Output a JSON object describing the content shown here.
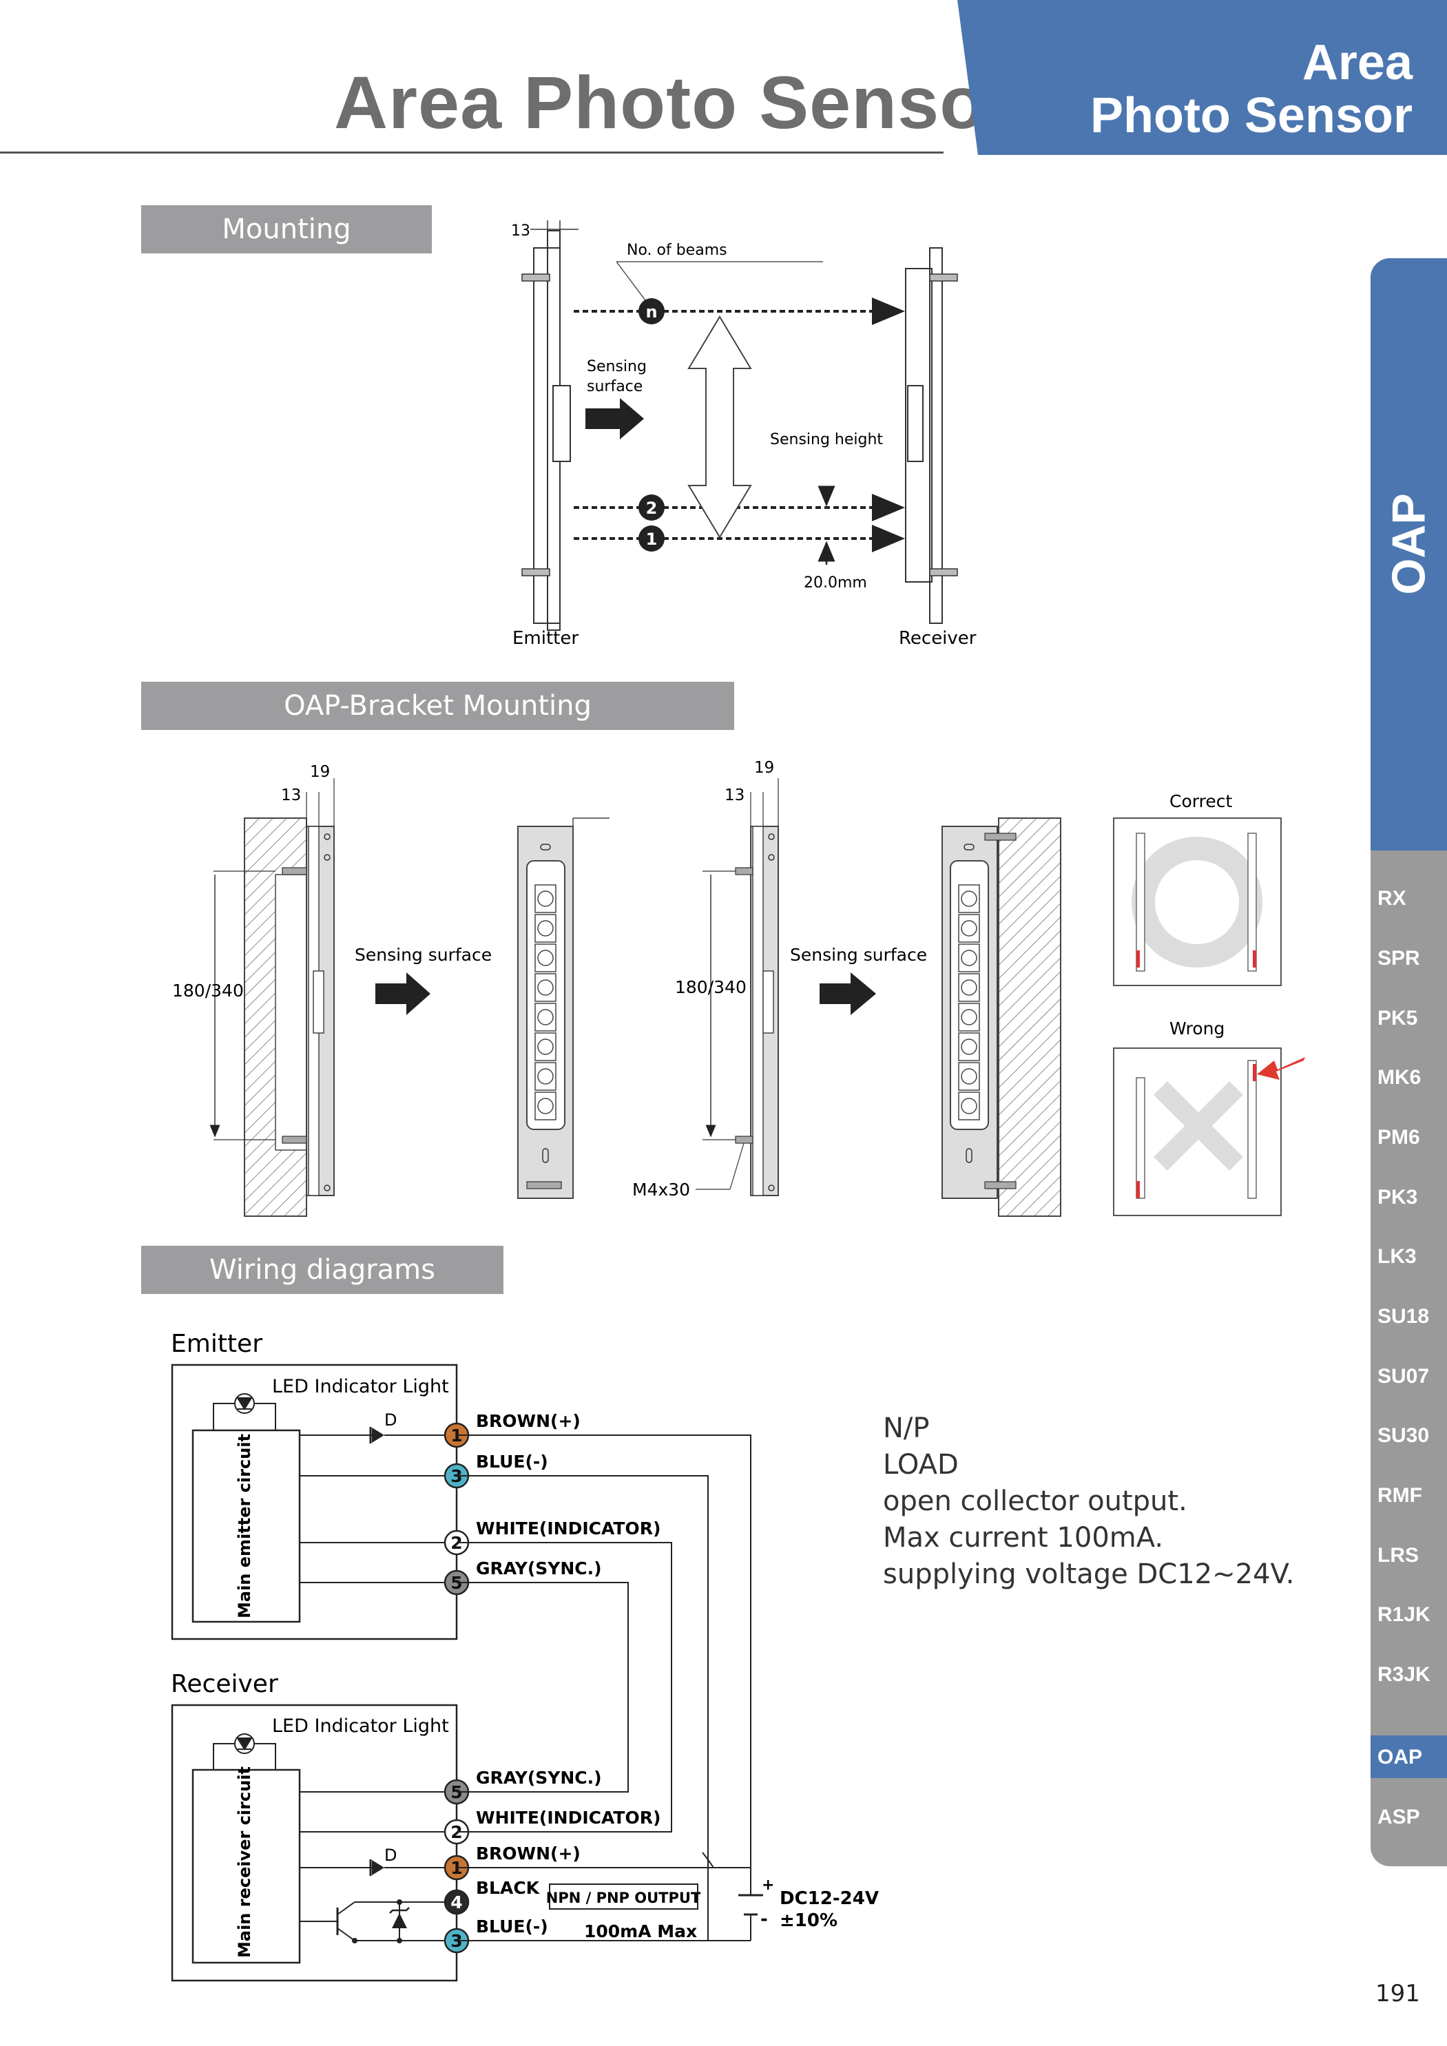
{
  "header": {
    "title": "Area Photo Sensor",
    "banner_line1": "Area",
    "banner_line2": "Photo Sensor"
  },
  "sidebar": {
    "current": "OAP",
    "items": [
      "RX",
      "SPR",
      "PK5",
      "MK6",
      "PM6",
      "PK3",
      "LK3",
      "SU18",
      "SU07",
      "SU30",
      "RMF",
      "LRS",
      "R1JK",
      "R3JK",
      "OAP",
      "ASP"
    ]
  },
  "sections": {
    "mounting": "Mounting",
    "bracket": "OAP-Bracket Mounting",
    "wiring": "Wiring diagrams"
  },
  "mounting": {
    "dim_13": "13",
    "no_of_beams": "No. of beams",
    "beam_n": "n",
    "beam_2": "2",
    "beam_1": "1",
    "sensing_surface_l1": "Sensing",
    "sensing_surface_l2": "surface",
    "sensing_height": "Sensing height",
    "pitch": "20.0mm",
    "emitter": "Emitter",
    "receiver": "Receiver"
  },
  "bracket": {
    "dim_19": "19",
    "dim_13": "13",
    "dim_length": "180/340",
    "sensing_surface": "Sensing surface",
    "screw": "M4x30",
    "correct": "Correct",
    "wrong": "Wrong"
  },
  "wiring": {
    "emitter_title": "Emitter",
    "receiver_title": "Receiver",
    "led_label": "LED Indicator Light",
    "diode": "D",
    "emitter_circuit": "Main emitter circuit",
    "receiver_circuit": "Main receiver circuit",
    "emitter_wires": [
      {
        "pin": "1",
        "label": "BROWN(+)",
        "color": "#c87533"
      },
      {
        "pin": "3",
        "label": "BLUE(-)",
        "color": "#4fb3c8"
      },
      {
        "pin": "2",
        "label": "WHITE(INDICATOR)",
        "color": "#ffffff"
      },
      {
        "pin": "5",
        "label": "GRAY(SYNC.)",
        "color": "#8a8a8a"
      }
    ],
    "receiver_wires": [
      {
        "pin": "5",
        "label": "GRAY(SYNC.)",
        "color": "#8a8a8a"
      },
      {
        "pin": "2",
        "label": "WHITE(INDICATOR)",
        "color": "#ffffff"
      },
      {
        "pin": "1",
        "label": "BROWN(+)",
        "color": "#c87533"
      },
      {
        "pin": "4",
        "label": "BLACK",
        "color": "#2a2a2a"
      },
      {
        "pin": "3",
        "label": "BLUE(-)",
        "color": "#4fb3c8"
      }
    ],
    "output_box": "NPN / PNP OUTPUT",
    "max_current": "100mA Max",
    "supply_l1": "DC12-24V",
    "supply_l2": "±10%",
    "plus": "+",
    "minus": "-"
  },
  "notes": {
    "line1": "N/P",
    "line2": "LOAD",
    "line3": "open collector output.",
    "line4": "Max current 100mA.",
    "line5": "supplying voltage DC12~24V."
  },
  "page_number": "191",
  "colors": {
    "brand_blue": "#4b76b0",
    "section_gray": "#9d9d9f",
    "brown_pin": "#c87533",
    "blue_pin": "#4fb3c8",
    "arrow_red": "#e03a2f"
  }
}
